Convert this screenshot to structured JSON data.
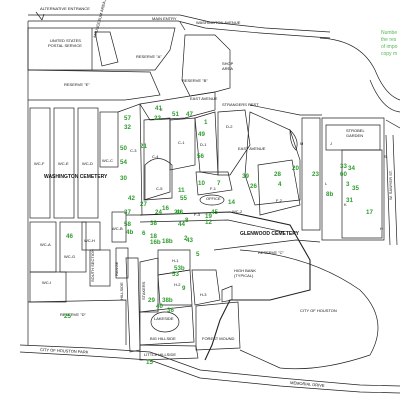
{
  "note": {
    "lines": [
      "Numbe",
      "the res",
      "of impo",
      "copy m"
    ]
  },
  "roads": {
    "alternative_entrance": "ALTERNATIVE ENTRANCE",
    "main_entry": "MAIN ENTRY",
    "washington_avenue": "WASHINGTON AVENUE",
    "memorial_drive": "MEMORIAL DRIVE",
    "city_of_houston_park": "CITY OF HOUSTON PARK",
    "east_avenue_1": "EAST AVENUE",
    "east_avenue_2": "EAST AVENUE",
    "stranger_rest": "STRANGERS REST",
    "w_sawyer_st": "W. SAWYER ST."
  },
  "areas": {
    "usps_1": "UNITED STATES",
    "usps_2": "POSTAL SERVICE",
    "reserve_a": "RESERVE \"A\"",
    "reserve_b": "RESERVE \"B\"",
    "reserve_c": "RESERVE \"C\"",
    "reserve_d": "RESERVE \"D\"",
    "reserve_e": "RESERVE \"E\"",
    "shop_1": "SHOP",
    "shop_2": "AREA",
    "washington_cemetery": "WASHINGTON CEMETERY",
    "glenwood_cemetery": "GLENWOOD CEMETERY",
    "high_bank_1": "HIGH BANK",
    "high_bank_2": "(TYPICAL)",
    "city_of_houston": "CITY OF HOUSTON",
    "office": "OFFICE",
    "lakeside": "LAKESIDE",
    "big_hillside": "BIG HILLSIDE",
    "forest_mound": "FOREST MOUND",
    "little_hillside": "LITTLE HILLSIDE",
    "strobel_1": "STROBEL",
    "strobel_2": "GARDEN",
    "mausoleum_strip": "MAUSOLEUM AREA & GARAGE",
    "south_section": "SOUTH SECTION",
    "hillside": "HILLSIDE",
    "range": "RANGE",
    "stakers": "STAKERS"
  },
  "sections": {
    "wc_f": "WC-F",
    "wc_e": "WC-E",
    "wc_d": "WC-D",
    "wc_c": "WC-C",
    "wc_b": "WC-B",
    "wc_a": "WC-A",
    "wc_g": "WC-G",
    "wc_h": "WC-H",
    "wc_i": "WC-I",
    "e": "E",
    "c3": "C-3",
    "c4": "C-4",
    "c5": "C-5",
    "c1": "C-1",
    "d1": "D-1",
    "d2": "D-2",
    "f1": "F-1",
    "f2": "F-2",
    "f3": "F-3",
    "h1": "H-1",
    "h2": "H-2",
    "h3": "H-3",
    "wc2": "WC-2",
    "m": "M",
    "j": "J",
    "l": "L",
    "k": "K",
    "s": "S",
    "h": "H"
  },
  "plots": [
    "57",
    "32",
    "41",
    "51",
    "22",
    "47",
    "49",
    "1",
    "50",
    "54",
    "56",
    "30",
    "28",
    "10",
    "21",
    "7",
    "39",
    "23",
    "20",
    "11",
    "26",
    "27",
    "4",
    "24",
    "16",
    "14",
    "60",
    "34",
    "33",
    "19",
    "12",
    "48",
    "44",
    "42",
    "53",
    "8",
    "37",
    "29",
    "8b",
    "36",
    "16b",
    "15",
    "18",
    "40",
    "2",
    "31",
    "58",
    "35",
    "3",
    "38",
    "4b",
    "6",
    "9",
    "53b",
    "18b",
    "43",
    "38b",
    "17",
    "5",
    "2b",
    "45",
    "46",
    "55",
    "25"
  ]
}
